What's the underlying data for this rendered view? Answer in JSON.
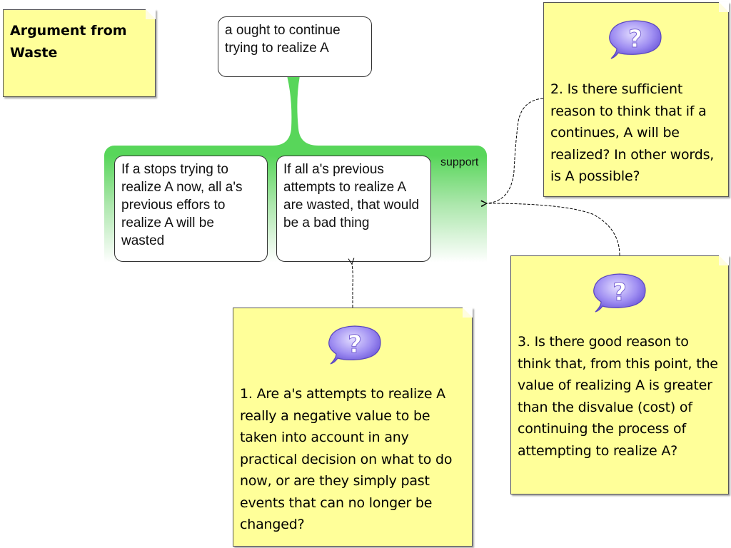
{
  "diagram": {
    "title_note": {
      "label": "Argument from Waste"
    },
    "conclusion": {
      "text": "a ought to continue trying to realize A"
    },
    "support_group": {
      "label": "support",
      "color": "#58d65a",
      "premises": [
        {
          "text": "If a stops trying to realize A now, all a's previous effors to realize A will be wasted"
        },
        {
          "text": "If all a's previous attempts to realize A are wasted, that would be a bad thing"
        }
      ]
    },
    "critical_questions": [
      {
        "number": 1,
        "icon": "question-bubble-icon",
        "text": "1. Are a's attempts to realize A really a negative value to be taken into account in any practical decision on what to do now, or are they simply past events that can no longer be changed?",
        "targets": "premise-2"
      },
      {
        "number": 2,
        "icon": "question-bubble-icon",
        "text": "2. Is there sufficient reason to think that if a continues, A will be realized? In other words, is A possible?",
        "targets": "support-group"
      },
      {
        "number": 3,
        "icon": "question-bubble-icon",
        "text": "3. Is there good reason to think that, from this point, the value of realizing A is greater than the disvalue (cost) of continuing the process of attempting to realize A?",
        "targets": "support-group"
      }
    ],
    "colors": {
      "note_fill": "#ffff99",
      "bubble": "#9b8cf0"
    }
  }
}
